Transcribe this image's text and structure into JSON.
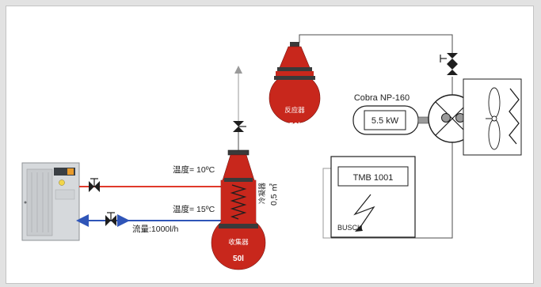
{
  "labels": {
    "reactor_label": "反应器",
    "reactor_volume": "50l",
    "collector_label": "收集器",
    "collector_volume": "50l",
    "pump_model": "Cobra NP-160",
    "motor_power": "5.5 kW",
    "controller_label": "TMB 1001",
    "controller_brand": "BUSCH",
    "temp_in": "温度= 10ºC",
    "temp_out": "温度= 15ºC",
    "flow_rate": "流量:1000l/h",
    "condenser_label": "冷凝器",
    "condenser_area": "0,5 ㎡"
  },
  "colors": {
    "vessel_fill": "#c8271c",
    "vessel_band": "#3a3a3a",
    "hot_line": "#e0392b",
    "cold_line": "#2f55b8",
    "pipe_line": "#4d4d4d",
    "vent_arrow": "#9a9a9a",
    "page_bg": "#e2e2e2"
  },
  "icons": [
    "valve-icon",
    "lightning-icon",
    "fan-icon",
    "heat-exchanger-icon",
    "vent-arrow-icon"
  ]
}
